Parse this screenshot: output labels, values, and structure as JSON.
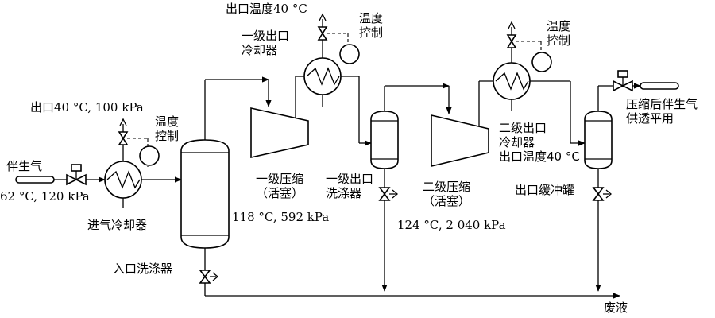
{
  "labels": {
    "feed_gas": "伴生气",
    "feed_condition": "62 °C, 120 kPa",
    "inlet_cooler": "进气冷却器",
    "inlet_cooler_outlet": "出口40 °C, 100 kPa",
    "temp_control_1": "温度\n控制",
    "inlet_scrubber": "入口洗涤器",
    "stage1_compression": "一级压缩\n（活塞）",
    "stage1_condition": "118 °C, 592 kPa",
    "stage1_cooler": "一级出口\n冷却器",
    "stage1_cooler_outlet_temp": "出口温度40 °C",
    "temp_control_2": "温度\n控制",
    "stage1_scrubber": "一级出口\n洗涤器",
    "stage2_compression": "二级压缩\n（活塞）",
    "stage2_condition": "124 °C, 2 040 kPa",
    "stage2_cooler": "二级出口\n冷却器\n出口温度40 °C",
    "temp_control_3": "温度\n控制",
    "outlet_buffer_tank": "出口缓冲罐",
    "product_gas": "压缩后伴生气\n供透平用",
    "waste_liquid": "废液"
  }
}
